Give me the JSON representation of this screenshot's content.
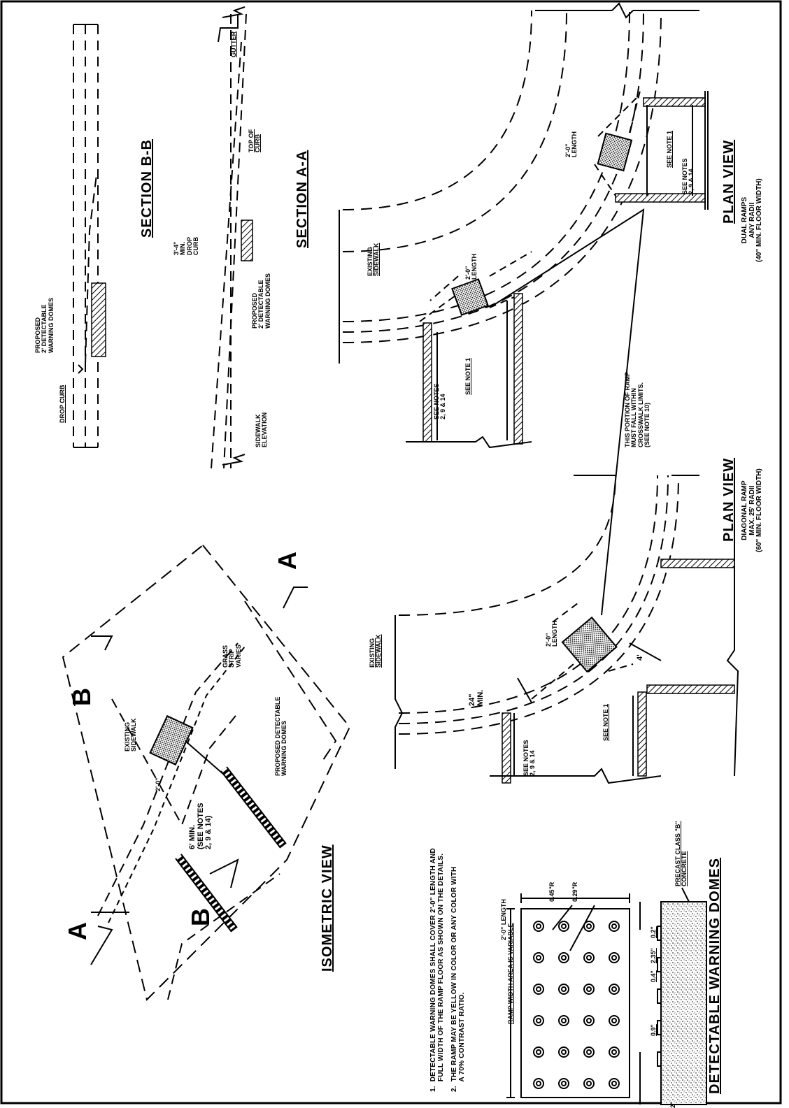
{
  "views": {
    "isometric": {
      "title": "ISOMETRIC VIEW",
      "section_marks": [
        "A",
        "A",
        "B",
        "B"
      ],
      "existing_sidewalk": "EXISTING\nSIDEWALK",
      "grass_strip": "GRASS\nSTRIP\nVARIES",
      "proposed_domes": "PROPOSED DETECTABLE\nWARNING DOMES",
      "six_min": "6' MIN.\n(SEE NOTES\n2, 9 & 14)",
      "dome_dim": "2'-0\""
    },
    "section_bb": {
      "title": "SECTION B-B",
      "drop_curb": "DROP CURB",
      "proposed_domes": "PROPOSED\n2' DETECTABLE\nWARNING DOMES"
    },
    "section_aa": {
      "title": "SECTION A-A",
      "gutter": "GUTTER",
      "top_of_curb": "TOP OF\nCURB",
      "drop_curb_min": "3'-4\"\nMIN.\nDROP\nCURB",
      "proposed_domes": "PROPOSED\n2' DETECTABLE\nWARNING DOMES",
      "sidewalk_elevation": "SIDEWALK\nELEVATION"
    },
    "plan_dual": {
      "title": "PLAN VIEW",
      "subtitle": "DUAL RAMPS\nANY RADII\n(40\" MIN. FLOOR WIDTH)",
      "existing_sidewalk": "EXISTING\nSIDEWALK",
      "length_1": "2'-0\"\nLENGTH",
      "length_2": "2'-0\"\nLENGTH",
      "see_note_1a": "SEE NOTE 1",
      "see_note_1b": "SEE NOTE 1",
      "see_notes_a": "SEE NOTES\n2, 9 & 14",
      "see_notes_b": "SEE NOTES\n2, 9 & 14"
    },
    "crosswalk_note": "THIS PORTION OF RAMP\nMUST FALL WITHIN\nCROSSWALK LIMITS.\n(SEE NOTE 10)",
    "plan_diagonal": {
      "title": "PLAN VIEW",
      "subtitle": "DIAGONAL RAMP\nMAX. 25' RADII\n(60\" MIN. FLOOR WIDTH)",
      "existing_sidewalk": "EXISTING\nSIDEWALK",
      "length": "2'-0\"\nLENGTH",
      "min_24": "24\"\nMIN.",
      "four_ft": "4'",
      "see_note_1": "SEE NOTE 1",
      "see_notes": "SEE NOTES\n2, 9 & 14"
    },
    "domes_detail": {
      "title": "DETECTABLE WARNING DOMES",
      "ramp_width": "RAMP WIDTH AREA IS VARIABLE",
      "length": "2'-0\" LENGTH",
      "r045": "0.45\"R",
      "r029": "0.29\"R",
      "precast": "PRECAST CLASS \"B\"\nCONCRETE",
      "dim_09": "0.9\"",
      "dim_04": "0.4\"",
      "dim_235": "2.35\"",
      "dim_02": "0.2\"",
      "dim_2": "2\""
    }
  },
  "notes": [
    "1.  DETECTABLE WARNING DOMES SHALL COVER 2'-0\" LENGTH AND\n     FULL WIDTH OF THE RAMP FLOOR AS SHOWN ON THE DETAILS.",
    "2.  THE RAMP MAY BE YELLOW IN COLOR OR ANY COLOR WITH\n     A 70% CONTRAST RATIO."
  ]
}
